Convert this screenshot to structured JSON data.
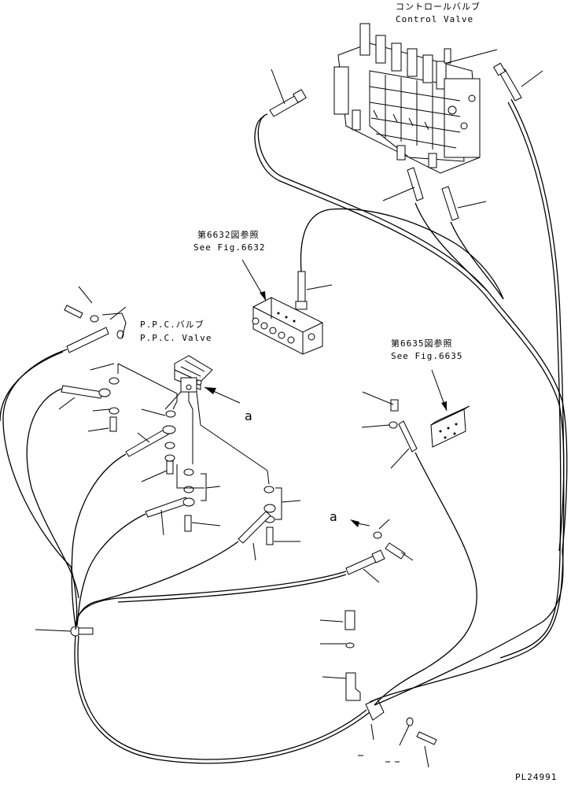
{
  "labels": {
    "control_valve_jp": "コントロールバルブ",
    "control_valve_en": "Control Valve",
    "ref_6632_jp": "第6632図参照",
    "ref_6632_en": "See Fig.6632",
    "ppc_valve_jp": "P.P.C.バルブ",
    "ppc_valve_en": "P.P.C. Valve",
    "ref_6635_jp": "第6635図参照",
    "ref_6635_en": "See Fig.6635",
    "arrow_a_1": "a",
    "arrow_a_2": "a",
    "drawing_number": "PL24991"
  }
}
